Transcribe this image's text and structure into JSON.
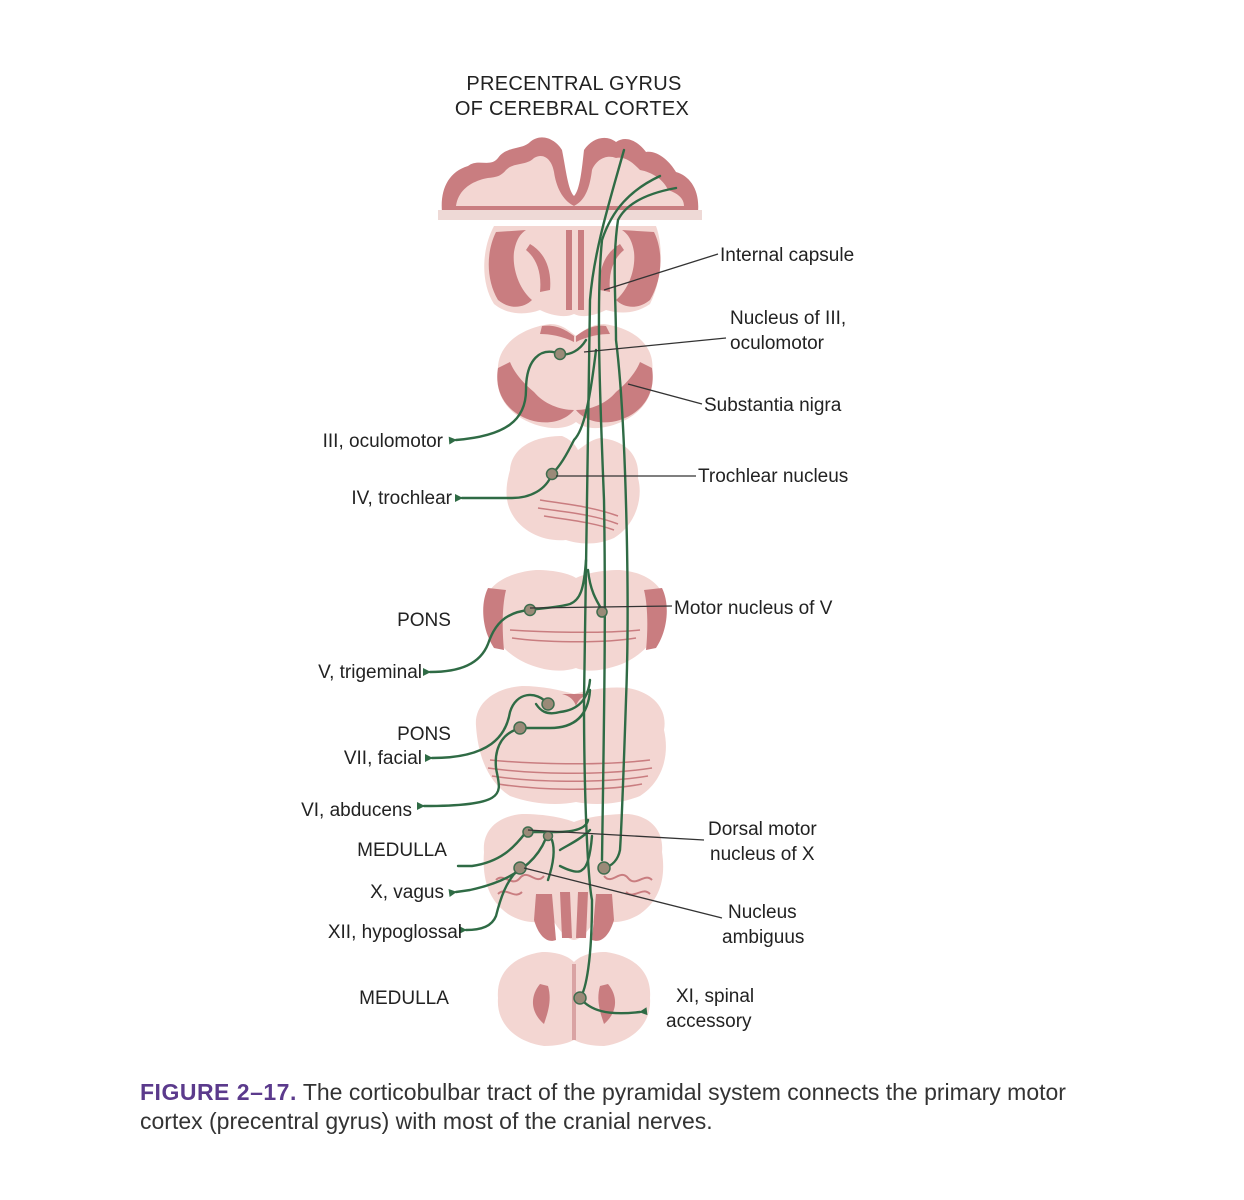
{
  "title": {
    "line1": "PRECENTRAL GYRUS",
    "line2": "OF CEREBRAL CORTEX"
  },
  "right_labels": {
    "internal_capsule": "Internal capsule",
    "nucleus_iii_line1": "Nucleus of III,",
    "nucleus_iii_line2": "oculomotor",
    "substantia_nigra": "Substantia nigra",
    "trochlear_nucleus": "Trochlear nucleus",
    "motor_nucleus_v": "Motor nucleus of V",
    "dorsal_motor_line1": "Dorsal motor",
    "dorsal_motor_line2": "nucleus of X",
    "nucleus_ambiguus_line1": "Nucleus",
    "nucleus_ambiguus_line2": "ambiguus",
    "spinal_accessory_line1": "XI, spinal",
    "spinal_accessory_line2": "accessory"
  },
  "left_labels": {
    "oculomotor": "III, oculomotor",
    "trochlear": "IV, trochlear",
    "pons_1": "PONS",
    "trigeminal": "V, trigeminal",
    "pons_2": "PONS",
    "facial": "VII, facial",
    "abducens": "VI, abducens",
    "medulla_1": "MEDULLA",
    "vagus": "X, vagus",
    "hypoglossal": "XII, hypoglossal",
    "medulla_2": "MEDULLA"
  },
  "caption": {
    "figure_number": "FIGURE 2–17.",
    "text": "The corticobulbar tract of the pyramidal system connects the primary motor cortex (precentral gyrus) with most of the cranial nerves."
  },
  "colors": {
    "tissue_light": "#f3d6d2",
    "tissue_dark": "#c97d80",
    "tract": "#2f6b45",
    "caption_accent": "#5b3a8c"
  }
}
